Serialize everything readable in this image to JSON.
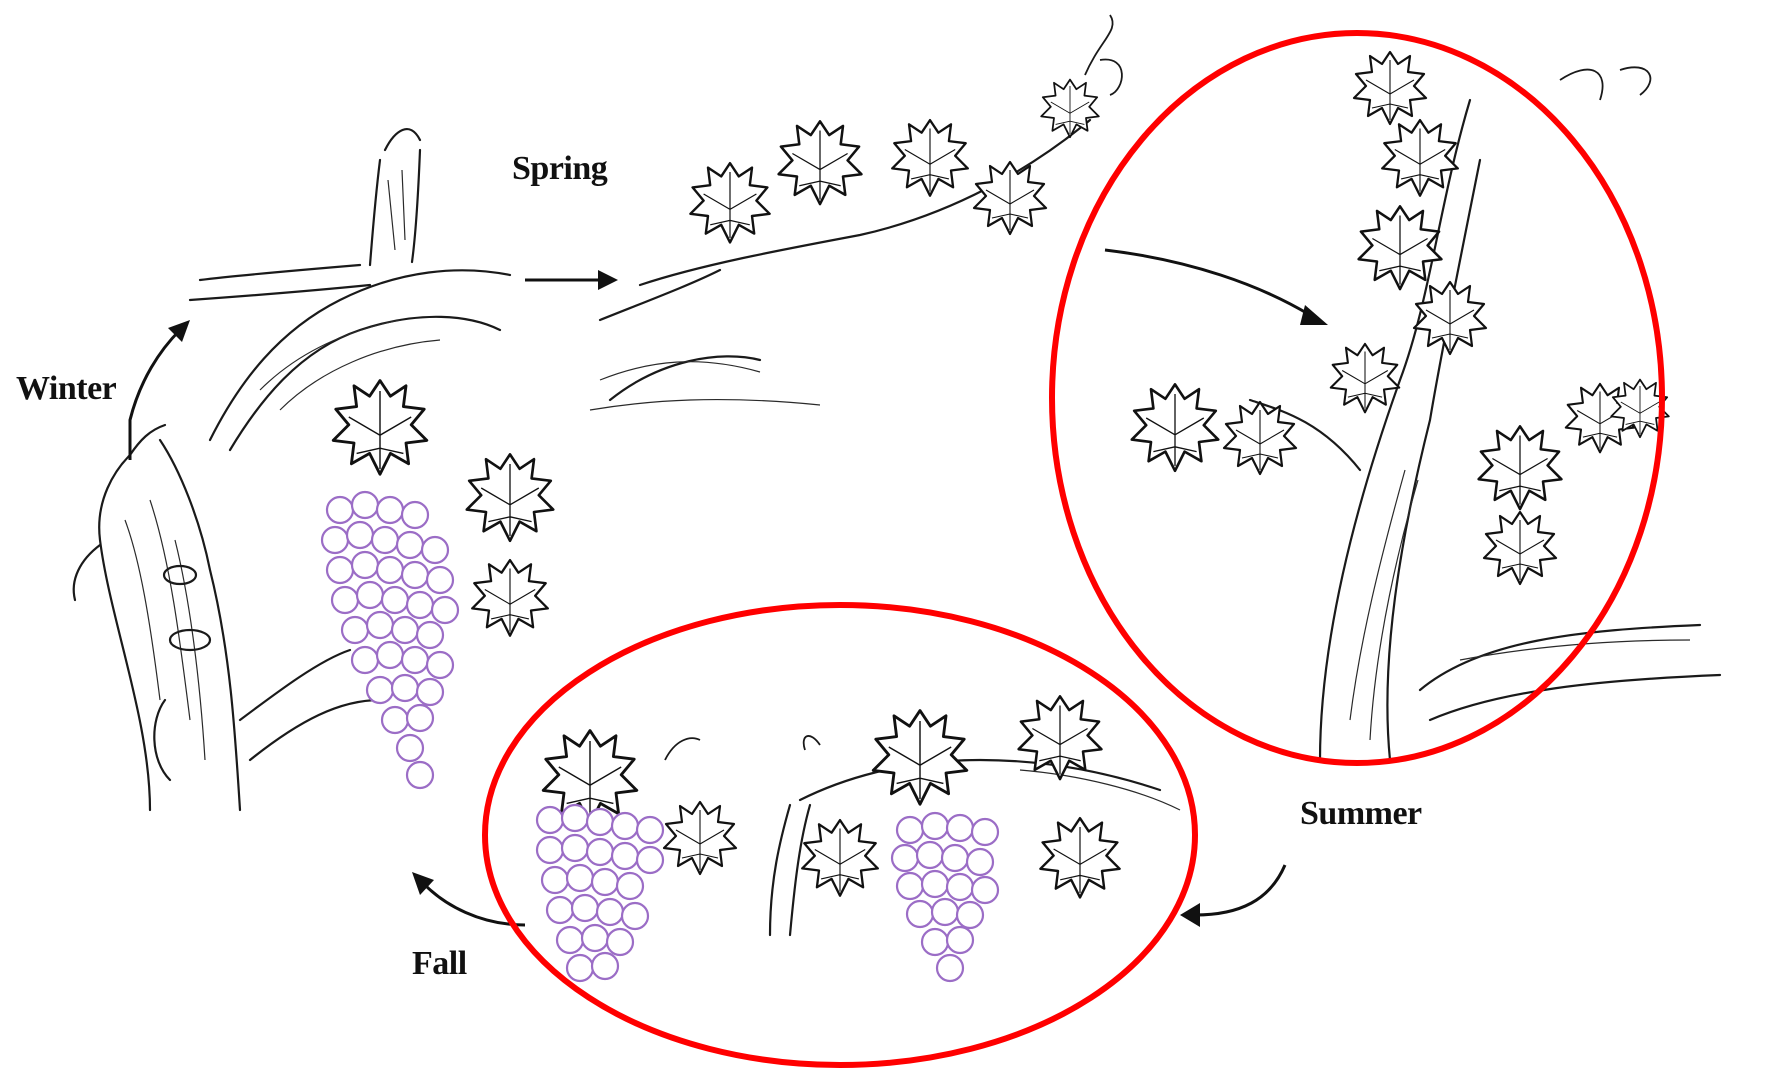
{
  "labels": {
    "winter": "Winter",
    "spring": "Spring",
    "summer": "Summer",
    "fall": "Fall"
  },
  "colors": {
    "highlight": "#ff0000",
    "grapes": "#9b6dc6",
    "ink": "#111111",
    "background": "#ffffff"
  }
}
